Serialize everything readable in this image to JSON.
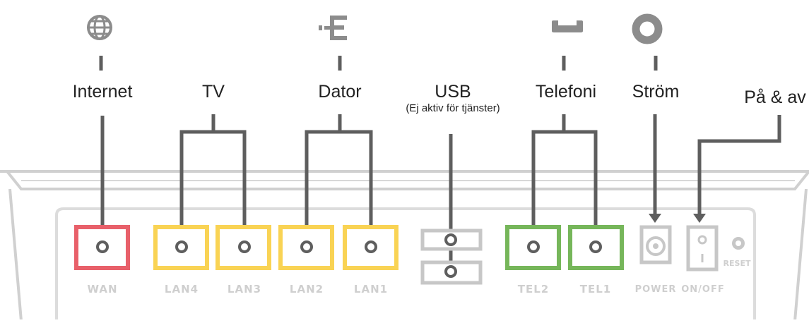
{
  "labels": {
    "internet": "Internet",
    "tv": "TV",
    "dator": "Dator",
    "usb": "USB",
    "usb_note": "(Ej aktiv för tjänster)",
    "telefoni": "Telefoni",
    "strom": "Ström",
    "pa_av": "På & av"
  },
  "ports": {
    "wan": "WAN",
    "lan4": "LAN4",
    "lan3": "LAN3",
    "lan2": "LAN2",
    "lan1": "LAN1",
    "tel2": "TEL2",
    "tel1": "TEL1",
    "power": "POWER",
    "onoff": "ON/OFF",
    "reset": "RESET"
  },
  "icons": {
    "internet": "globe-icon",
    "dator": "ethernet-plug-icon",
    "telefoni": "phone-handset-icon",
    "strom": "power-ring-icon"
  },
  "colors": {
    "wan": "#e8606a",
    "lan": "#f9d354",
    "tel": "#76b65a",
    "neutral": "#c7c7c7",
    "line": "#5e5e5e",
    "icon": "#8c8c8c",
    "port_text": "#cfcfcf"
  }
}
